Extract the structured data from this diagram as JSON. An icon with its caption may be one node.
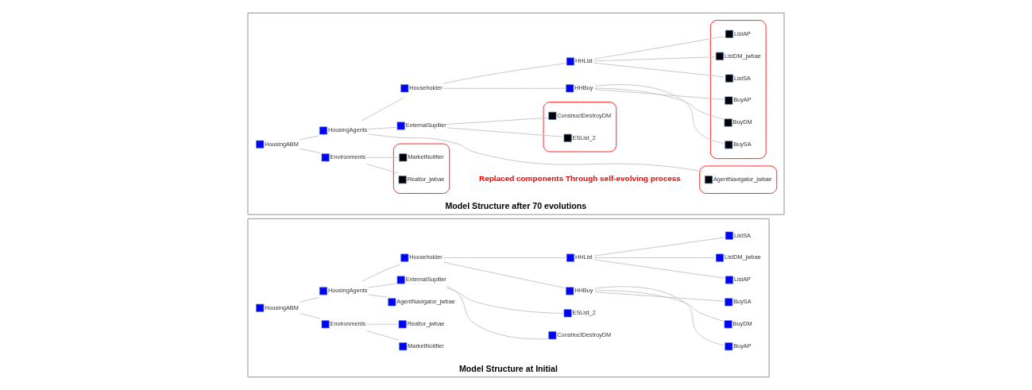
{
  "diagram": {
    "nodes": [
      {
        "text": [
          "Model Structure at Initial"
        ]
      },
      {
        "text": [
          "HousingABM"
        ],
        "in": 0
      },
      {
        "text": [
          "Environments"
        ],
        "in": 0
      },
      {
        "text": [
          "MarketNotifier"
        ],
        "in": 0
      },
      {
        "text": [
          "Realtor_jwbae"
        ],
        "in": 0
      },
      {
        "text": [
          "HousingAgents"
        ],
        "in": 0
      },
      {
        "text": [
          "AgentNavigator_jwbae"
        ],
        "in": 0
      },
      {
        "text": [
          "ExternalSupllier"
        ],
        "in": 0
      },
      {
        "text": [
          "ConstructDestroyDM"
        ],
        "in": 0
      },
      {
        "text": [
          "ESList_2"
        ],
        "in": 0
      },
      {
        "text": [
          "Householder"
        ],
        "in": 0
      },
      {
        "text": [
          "HHBuy"
        ],
        "in": 0
      },
      {
        "text": [
          "BuyAP"
        ],
        "in": 0
      },
      {
        "text": [
          "BuyDM"
        ],
        "in": 0
      },
      {
        "text": [
          "BuySA"
        ],
        "in": 0
      },
      {
        "text": [
          "HHList"
        ],
        "in": 0
      },
      {
        "text": [
          "ListAP"
        ],
        "in": 0
      },
      {
        "text": [
          "ListDM_jwbae"
        ],
        "in": 0
      },
      {
        "text": [
          "ListSA"
        ],
        "in": 0
      },
      {
        "text": [
          "Model Structure after 70 evolutions"
        ]
      },
      {
        "text": [
          "HousingABM"
        ],
        "in": 19
      },
      {
        "text": [
          "Environments"
        ],
        "in": 19
      },
      {
        "text": [],
        "shape": "box",
        "in": 19
      },
      {
        "text": [
          "MarketNotifier"
        ],
        "in": 22
      },
      {
        "text": [
          "Realtor_jwbae"
        ],
        "in": 22
      },
      {
        "text": [
          "HousingAgents"
        ],
        "in": 19
      },
      {
        "text": [],
        "shape": "box",
        "in": 19
      },
      {
        "text": [
          "AgentNavigator_jwbae"
        ],
        "in": 26
      },
      {
        "text": [
          "ExternalSupllier"
        ],
        "in": 19
      },
      {
        "text": [],
        "shape": "box",
        "in": 19
      },
      {
        "text": [
          "ConstructDestroyDM"
        ],
        "in": 29
      },
      {
        "text": [
          "ESList_2"
        ],
        "in": 29
      },
      {
        "text": [
          "Householder"
        ],
        "in": 19
      },
      {
        "text": [
          "HHBuy"
        ],
        "in": 19
      },
      {
        "text": [
          "HHList"
        ],
        "in": 19
      },
      {
        "text": [],
        "shape": "box",
        "in": 19
      },
      {
        "text": [
          "BuyAP"
        ],
        "in": 35
      },
      {
        "text": [
          "BuyDM"
        ],
        "in": 35
      },
      {
        "text": [
          "BuySA"
        ],
        "in": 35
      },
      {
        "text": [
          "ListAP"
        ],
        "in": 35
      },
      {
        "text": [
          "ListDM_jwbae"
        ],
        "in": 35
      },
      {
        "text": [
          "ListSA"
        ],
        "in": 35
      }
    ],
    "edges": [
      {
        "from": 1,
        "to": 2,
        "arrow": "none"
      },
      {
        "from": 2,
        "to": 3,
        "arrow": "none"
      },
      {
        "from": 2,
        "to": 4,
        "arrow": "none"
      },
      {
        "from": 1,
        "to": 5,
        "arrow": "none"
      },
      {
        "from": 5,
        "to": 6,
        "arrow": "none"
      },
      {
        "from": 5,
        "to": 7,
        "arrow": "none"
      },
      {
        "from": 7,
        "to": 8,
        "arrow": "none"
      },
      {
        "from": 7,
        "to": 9,
        "arrow": "none"
      },
      {
        "from": 5,
        "to": 10,
        "arrow": "none"
      },
      {
        "from": 10,
        "to": 11,
        "arrow": "none"
      },
      {
        "from": 11,
        "to": 12,
        "arrow": "none"
      },
      {
        "from": 11,
        "to": 13,
        "arrow": "none"
      },
      {
        "from": 11,
        "to": 14,
        "arrow": "none"
      },
      {
        "from": 10,
        "to": 15,
        "arrow": "none"
      },
      {
        "from": 15,
        "to": 16,
        "arrow": "none"
      },
      {
        "from": 15,
        "to": 17,
        "arrow": "none"
      },
      {
        "from": 15,
        "to": 18,
        "arrow": "none"
      },
      {
        "from": 20,
        "to": 21,
        "arrow": "none"
      },
      {
        "from": 21,
        "to": 23,
        "arrow": "none"
      },
      {
        "from": 21,
        "to": 24,
        "arrow": "none"
      },
      {
        "from": 20,
        "to": 25,
        "arrow": "none"
      },
      {
        "from": 25,
        "to": 27,
        "arrow": "none"
      },
      {
        "from": 25,
        "to": 28,
        "arrow": "none"
      },
      {
        "from": 28,
        "to": 30,
        "arrow": "none"
      },
      {
        "from": 28,
        "to": 31,
        "arrow": "none"
      },
      {
        "from": 25,
        "to": 32,
        "arrow": "none"
      },
      {
        "from": 32,
        "to": 33,
        "arrow": "none"
      },
      {
        "from": 33,
        "to": 36,
        "arrow": "none"
      },
      {
        "from": 33,
        "to": 37,
        "arrow": "none"
      },
      {
        "from": 33,
        "to": 38,
        "arrow": "none"
      },
      {
        "from": 32,
        "to": 34,
        "arrow": "none"
      },
      {
        "from": 34,
        "to": 39,
        "arrow": "none"
      },
      {
        "from": 34,
        "to": 40,
        "arrow": "none"
      },
      {
        "from": 34,
        "to": 41,
        "arrow": "none"
      }
    ],
    "labels": [
      "Replaced components Through self-evolving process"
    ]
  }
}
